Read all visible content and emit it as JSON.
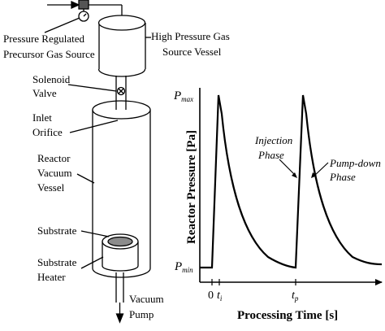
{
  "apparatus": {
    "labels": {
      "source_line1": "Pressure Regulated",
      "source_line2": "Precursor Gas Source",
      "vessel_line1": "High Pressure Gas",
      "vessel_line2": "Source Vessel",
      "valve_line1": "Solenoid",
      "valve_line2": "Valve",
      "orifice_line1": "Inlet",
      "orifice_line2": "Orifice",
      "reactor_line1": "Reactor",
      "reactor_line2": "Vacuum",
      "reactor_line3": "Vessel",
      "substrate": "Substrate",
      "heater_line1": "Substrate",
      "heater_line2": "Heater",
      "pump_line1": "Vacuum",
      "pump_line2": "Pump"
    }
  },
  "plot": {
    "ylabel": "Reactor Pressure [Pa]",
    "xlabel": "Processing Time [s]",
    "y_ticks": {
      "max": "P",
      "max_sub": "max",
      "min": "P",
      "min_sub": "min"
    },
    "x_ticks": {
      "zero": "0",
      "ti": "t",
      "ti_sub": "i",
      "tp": "t",
      "tp_sub": "p"
    },
    "annotations": {
      "injection_line1": "Injection",
      "injection_line2": "Phase",
      "pumpdown_line1": "Pump-down",
      "pumpdown_line2": "Phase"
    }
  }
}
